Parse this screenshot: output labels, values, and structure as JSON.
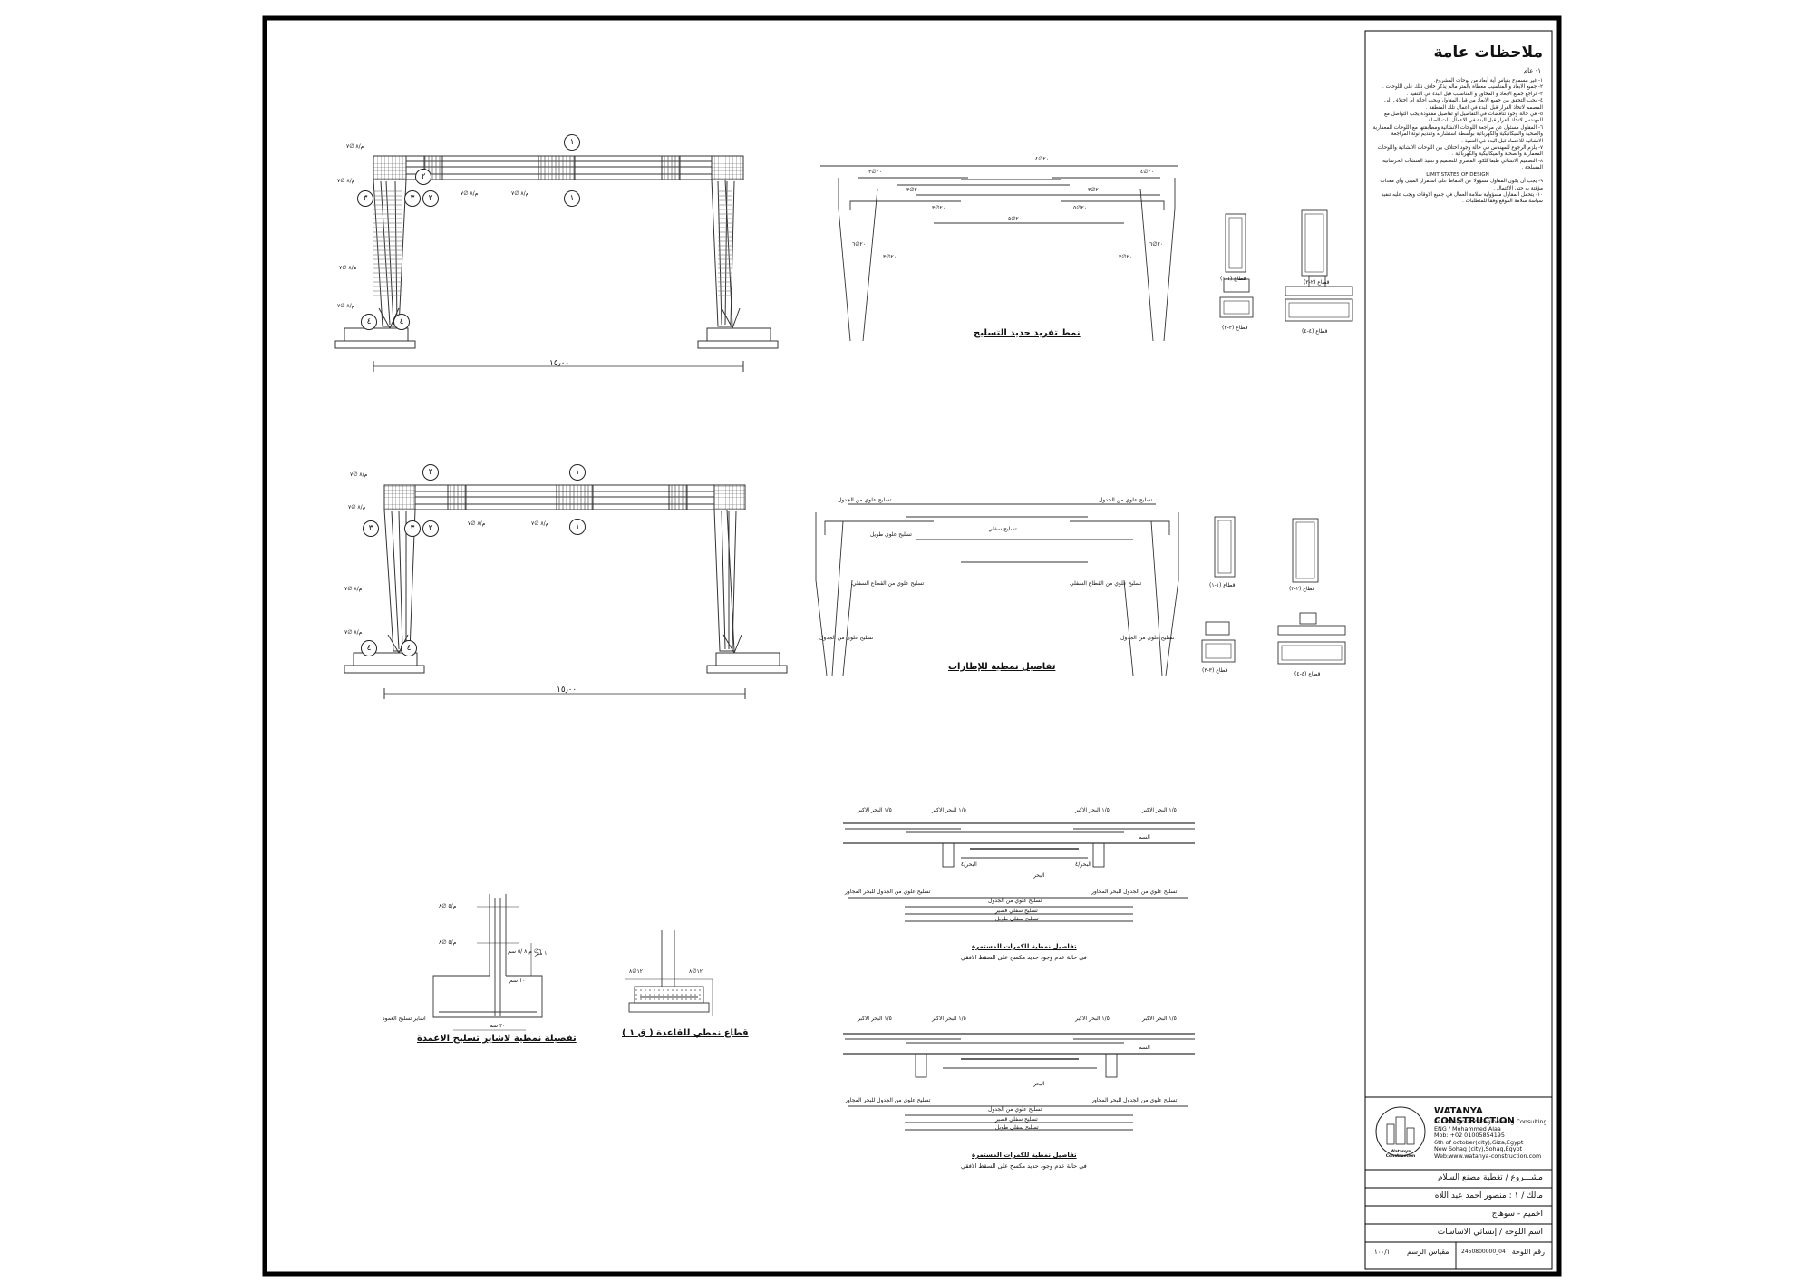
{
  "notes": {
    "title": "ملاحظات عامة",
    "subtitle": "١- عام",
    "items": [
      "١- غير مسموح بقياس أية أبعاد من لوحات المشروع.",
      "٢- جميع الابعاد و المناسيب معطاة بالمتر مالم يذكر خلاف ذلك على اللوحات .",
      "٣- تراجع جميع الابعاد و المحاور و المناسيب قبل البدء في التنفيذ .",
      "٤- يجب التحقق من جميع الابعاد من قبل المقاول ويجب احالة اي اختلاف الى المصمم لاتخاذ القرار قبل البدء في اعمال تلك المنطقة .",
      "٥- في حالة وجود تناقضات في التفاصيل او تفاصيل مفقودة يجب التواصل مع المهندس لاتخاذ القرار قبل البدء في الاعمال ذات الصلة .",
      "٦- المقاول مسئول عن مراجعة اللوحات الانشائية ومطابقتها مع اللوحات المعمارية والصحية والميكانيكية والكهربائية بواسطة استشاريه وتقديم نوتة المراجعة الانشائية للاعتماد قبل البدء في التنفيذ .",
      "٧- يلزم الرجوع للمهندس في حالة وجود اختلاف بين اللوحات الانشائية واللوحات المعمارية والصحية والميكانيكية والكهربائية .",
      "٨- التصميم الانشائي طبقا للكود المصري للتصميم و تنفيذ المنشآت الخرسانية المسلحة .",
      "LIMIT STATES OF DESIGN",
      "٩- يجب أن يكون المقاول مسؤولا عن الحفاظ على استقرار المبنى وأي معدات مؤقتة به حتى الاكتمال .",
      "١٠- يتحمل المقاول مسؤولية سلامة العمال في جميع الاوقات ويجب عليه تنفيذ سياسة سلامة الموقع وفقا للمتطلبات ."
    ]
  },
  "company": {
    "name": "WATANYA CONSTRUCTION",
    "lines": [
      "For Design and Engineering Consulting",
      "ENG / Mohammed Alaa",
      "Mob: +02 01005854195",
      "6th of october(city),Giza,Egypt",
      "New Sohag (city),Sohag,Egypt",
      "Web:www.watanya-construction.com"
    ],
    "logo_caption": "Watanya Construction"
  },
  "title_block": {
    "project": "مشـــروع / تغطية مصنع السلام",
    "owner": "مالك / ١ : منصور احمد عبد اللاه",
    "location": "اخميم - سوهاج",
    "sheet_name": "اسم اللوحة / إنشائي الاساسات",
    "sheet_no_label": "رقم اللوحة",
    "sheet_no": "2450800000_04",
    "scale_label": "مقياس الرسم",
    "scale": "١٠٠/١"
  },
  "frames": {
    "span_label": "١٥٫٠٠",
    "tags": [
      "م/٨ ∅٧",
      "م/٨ ∅٧",
      "م/٨ ∅٧",
      "م/٨ ∅٧",
      "م/٨ ∅٧",
      "م/٨ ∅٧"
    ],
    "bubble_1": "١",
    "bubble_2": "٢",
    "bubble_3": "٣",
    "bubble_4": "٤"
  },
  "rebar_pattern": {
    "title": "نمط تفريد حديد التسليح",
    "labels": [
      "٢٠∅٤",
      "٢٠∅٤",
      "٢٠∅٣",
      "٢٠∅٣",
      "٢٠∅٣",
      "٢٠∅٣",
      "٢٠∅٥",
      "٢٠∅٥",
      "٢٠∅٦",
      "٢٠∅٦",
      "٢٠∅٣",
      "٢٠∅٣"
    ]
  },
  "frame_details": {
    "title": "تفاصيل نمطية للإطارات",
    "labels": [
      "تسليح علوي من الجدول",
      "تسليح علوي من الجدول",
      "تسليح سفلي",
      "تسليح علوي طويل",
      "تسليح علوي من القطاع السفلي",
      "تسليح علوي من القطاع السفلي",
      "تسليح علوي من الجدول",
      "تسليح علوي من الجدول"
    ]
  },
  "sections": {
    "labels": [
      "قطاع (١-١)",
      "قطاع (٢-٢)",
      "قطاع (٣-٣)",
      "قطاع (٤-٤)",
      "قطاع (١-١)",
      "قطاع (٢-٢)",
      "قطاع (٣-٣)",
      "قطاع (٤-٤)"
    ]
  },
  "continuous_beam": {
    "title": "تفاصيل نمطية للكمرات المستمرة",
    "subtitle": "في حالة عدم وجود حديد مكسح على السقط الافقي",
    "span_labels": [
      "١/٥ البحر الاكبر",
      "١/٥ البحر الاكبر",
      "١/٥ البحر الاكبر",
      "١/٥ البحر الاكبر"
    ],
    "quarter_labels": [
      "البحر/٤",
      "البحر/٤"
    ],
    "span_mid": "البحر",
    "side_label": "السم",
    "bottom_labels": [
      "تسليح علوي من الجدول للبحر المجاور",
      "تسليح علوي من الجدول للبحر المجاور",
      "تسليح علوي من الجدول",
      "تسليح سفلي قصير",
      "تسليح سفلي طويل"
    ]
  },
  "dowels": {
    "title": "تفصيلة نمطية لاشاير تسليح الاعمدة",
    "labels": [
      "م/٥ ∅٨",
      "م/٥ ∅٨",
      "٦∅ م ٨ /٥ سم",
      "١٠ سم",
      "٣٠ سم",
      "اشاير تسليح العمود",
      "١ متر"
    ]
  },
  "footing": {
    "title": "قطاع نمطي للقاعدة ( ق ١ )",
    "labels": [
      "١٢∅٨",
      "١٢∅٨"
    ]
  }
}
